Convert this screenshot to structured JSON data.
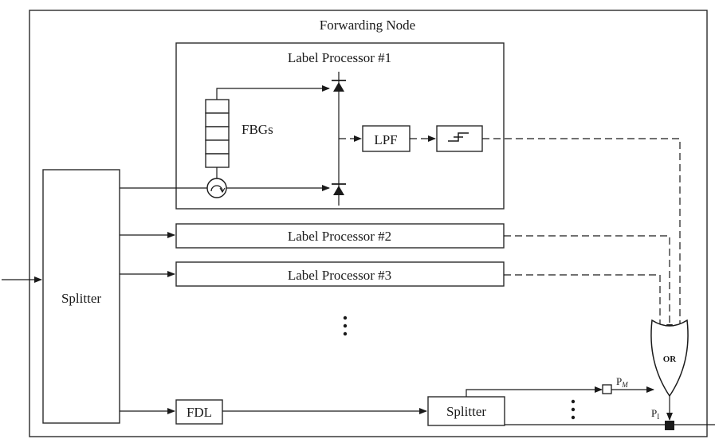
{
  "diagram": {
    "node_title": "Forwarding Node",
    "label_processor_1": "Label Processor #1",
    "fbgs": "FBGs",
    "lpf": "LPF",
    "label_processor_2": "Label Processor #2",
    "label_processor_3": "Label Processor #3",
    "splitter_left": "Splitter",
    "fdl": "FDL",
    "splitter_bottom": "Splitter",
    "or_gate": "OR",
    "pm_label": "P",
    "pm_sub": "M",
    "pi_label": "P",
    "pi_sub": "I",
    "ellipsis_vertical": "⋮"
  }
}
